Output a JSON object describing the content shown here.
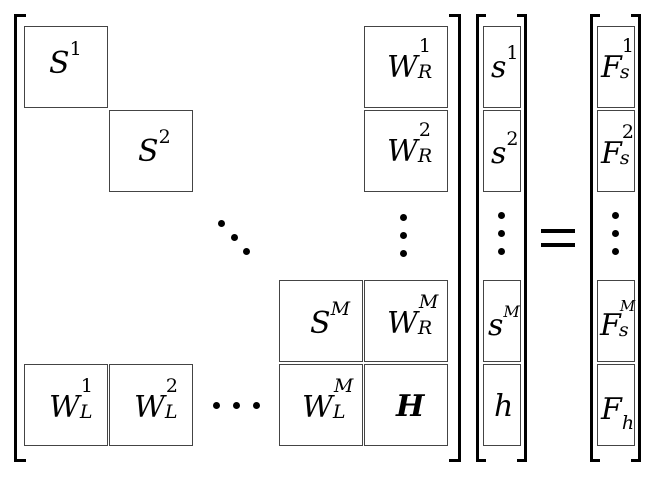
{
  "matrix": {
    "S": [
      {
        "base": "S",
        "sup": "1"
      },
      {
        "base": "S",
        "sup": "2"
      },
      {
        "base": "S",
        "sup": "M"
      }
    ],
    "WR": [
      {
        "base": "W",
        "sup": "1",
        "sub": "R"
      },
      {
        "base": "W",
        "sup": "2",
        "sub": "R"
      },
      {
        "base": "W",
        "sup": "M",
        "sub": "R"
      }
    ],
    "WL": [
      {
        "base": "W",
        "sup": "1",
        "sub": "L"
      },
      {
        "base": "W",
        "sup": "2",
        "sub": "L"
      },
      {
        "base": "W",
        "sup": "M",
        "sub": "L"
      }
    ],
    "H": {
      "base": "H"
    }
  },
  "unknowns": [
    {
      "base": "s",
      "sup": "1"
    },
    {
      "base": "s",
      "sup": "2"
    },
    {
      "base": "s",
      "sup": "M"
    },
    {
      "base": "h"
    }
  ],
  "rhs": [
    {
      "base": "F",
      "sup": "1",
      "sub": "s"
    },
    {
      "base": "F",
      "sup": "2",
      "sub": "s"
    },
    {
      "base": "F",
      "sup": "M",
      "sub": "s"
    },
    {
      "base": "F",
      "sub": "h"
    }
  ]
}
